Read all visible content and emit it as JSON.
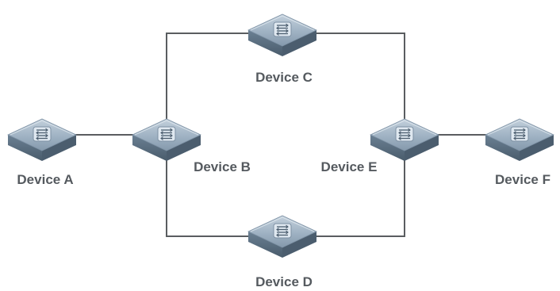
{
  "devices": [
    {
      "id": "A",
      "label": "Device A",
      "icon": "switch-icon"
    },
    {
      "id": "B",
      "label": "Device B",
      "icon": "switch-icon"
    },
    {
      "id": "C",
      "label": "Device C",
      "icon": "switch-icon"
    },
    {
      "id": "D",
      "label": "Device D",
      "icon": "switch-icon"
    },
    {
      "id": "E",
      "label": "Device E",
      "icon": "switch-icon"
    },
    {
      "id": "F",
      "label": "Device F",
      "icon": "switch-icon"
    }
  ],
  "links": [
    {
      "from": "A",
      "to": "B"
    },
    {
      "from": "B",
      "to": "C"
    },
    {
      "from": "C",
      "to": "E"
    },
    {
      "from": "B",
      "to": "D"
    },
    {
      "from": "D",
      "to": "E"
    },
    {
      "from": "E",
      "to": "F"
    }
  ],
  "colors": {
    "device_top": "#8fa3b6",
    "device_top_light": "#b9c8d6",
    "device_side": "#5f7386",
    "device_side_dark": "#4b5d6e",
    "link": "#5a5d60",
    "label": "#555a5f"
  }
}
